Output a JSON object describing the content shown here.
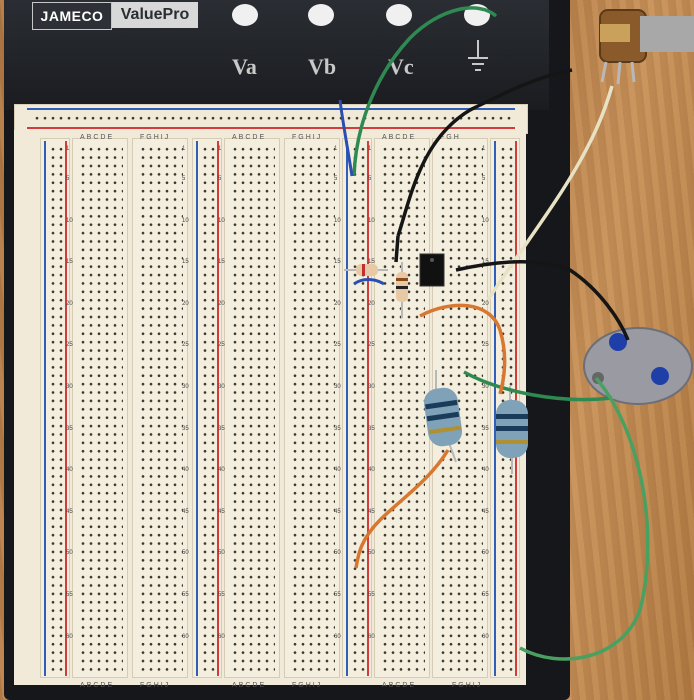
{
  "brand": {
    "logo": "JAMECO",
    "product": "ValuePro"
  },
  "terminals": {
    "va": "Va",
    "vb": "Vb",
    "vc": "Vc"
  },
  "board": {
    "column_letters": "ABCDE",
    "column_letters_2": "FGHIJ",
    "column_letters_short": "FGH",
    "row_numbers": [
      "1",
      "5",
      "10",
      "15",
      "20",
      "25",
      "30",
      "35",
      "40",
      "45",
      "50",
      "55",
      "60"
    ]
  },
  "colors": {
    "wood": "#b57d47",
    "board": "#f1ead9",
    "base": "#15171b",
    "red_rail": "#d43b3b",
    "blue_rail": "#2f5fb8",
    "wire_green": "#2f8a52",
    "wire_black": "#151515",
    "wire_orange": "#d8772f",
    "wire_cream": "#e8e2c4"
  }
}
